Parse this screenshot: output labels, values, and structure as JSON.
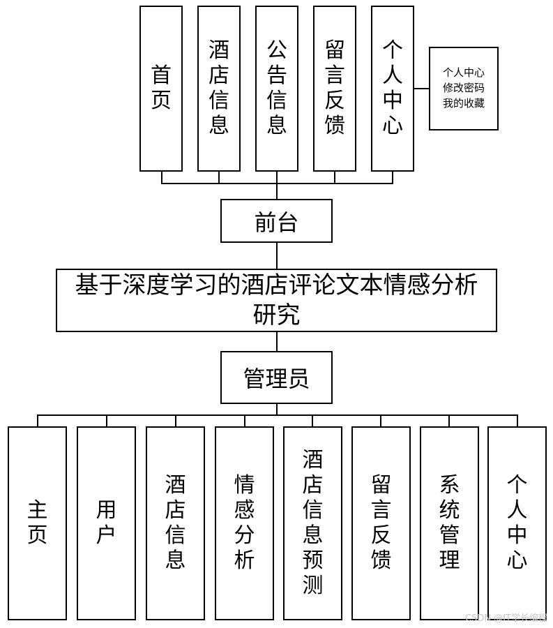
{
  "front_top": [
    {
      "label": "首页"
    },
    {
      "label": "酒店信息"
    },
    {
      "label": "公告信息"
    },
    {
      "label": "留言反馈"
    },
    {
      "label": "个人中心"
    }
  ],
  "personal_sub": [
    "个人中心",
    "修改密码",
    "我的收藏"
  ],
  "front_hub": "前台",
  "system_title": "基于深度学习的酒店评论文本情感分析研究",
  "admin_hub": "管理员",
  "admin_bottom": [
    {
      "label": "主页"
    },
    {
      "label": "用户"
    },
    {
      "label": "酒店信息"
    },
    {
      "label": "情感分析"
    },
    {
      "label": "酒店信息预测"
    },
    {
      "label": "留言反馈"
    },
    {
      "label": "系统管理"
    },
    {
      "label": "个人中心"
    }
  ],
  "watermark": "CSDN @IT学长编程"
}
